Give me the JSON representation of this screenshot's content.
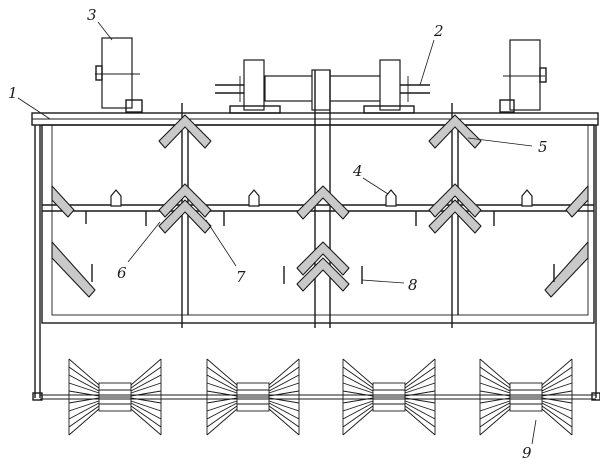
{
  "diagram": {
    "callouts": [
      "1",
      "2",
      "3",
      "4",
      "5",
      "6",
      "7",
      "8",
      "9"
    ]
  },
  "colors": {
    "line": "#1a1a1a",
    "blade_fill": "#c9c9c9",
    "background": "#ffffff"
  }
}
